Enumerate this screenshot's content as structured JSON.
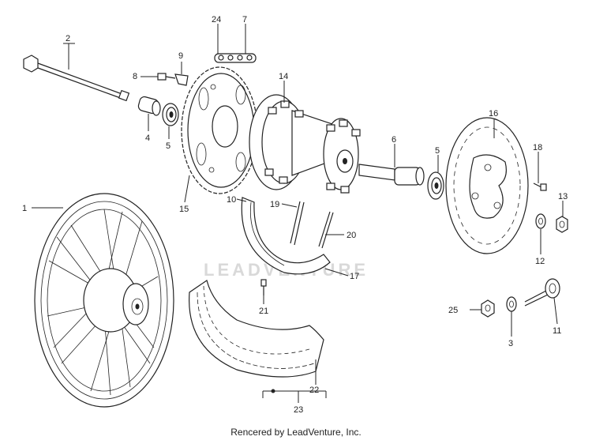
{
  "watermark": "LEADVENTURE",
  "credit": "Rencered by LeadVenture, Inc.",
  "callouts": [
    "1",
    "2",
    "3",
    "4",
    "5",
    "5",
    "6",
    "7",
    "8",
    "9",
    "10",
    "11",
    "12",
    "13",
    "14",
    "15",
    "16",
    "17",
    "18",
    "19",
    "20",
    "21",
    "22",
    "23",
    "24",
    "25"
  ]
}
